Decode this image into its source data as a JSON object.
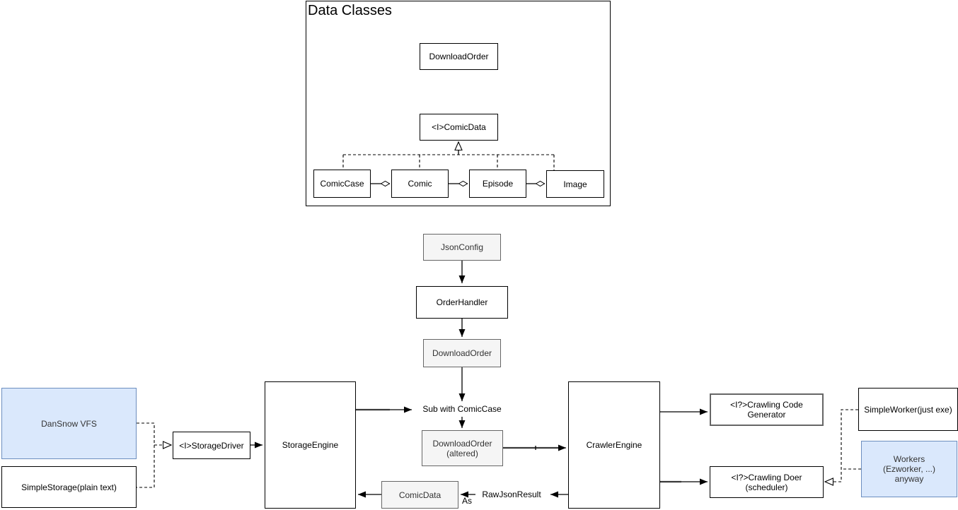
{
  "diagram": {
    "container_title": "Data Classes",
    "nodes": {
      "dc_download_order": "DownloadOrder",
      "dc_comic_data": "<I>ComicData",
      "comic_case": "ComicCase",
      "comic": "Comic",
      "episode": "Episode",
      "image": "Image",
      "json_config": "JsonConfig",
      "order_handler": "OrderHandler",
      "download_order": "DownloadOrder",
      "download_order_altered": "DownloadOrder\n(altered)",
      "storage_engine": "StorageEngine",
      "crawler_engine": "CrawlerEngine",
      "dansnow_vfs": "DanSnow VFS",
      "simple_storage": "SimpleStorage(plain text)",
      "storage_driver": "<I>StorageDriver",
      "crawling_code_generator": "<I?>Crawling Code\nGenerator",
      "crawling_doer": "<I?>Crawling Doer\n(scheduler)",
      "simple_worker": "SimpleWorker(just exe)",
      "workers": "Workers\n(Ezworker, ...)\nanyway",
      "comic_data_result": "ComicData"
    },
    "edge_labels": {
      "sub_with_comiccase": "Sub with ComicCase",
      "raw_json_result": "RawJsonResult",
      "as_label": "As"
    },
    "colors": {
      "blue_fill": "#dae8fc",
      "blue_border": "#6c8ebf",
      "grey_fill": "#f5f5f5",
      "grey_border": "#666666",
      "edge_black": "#000000",
      "edge_grey_overlay": "#999999"
    }
  }
}
